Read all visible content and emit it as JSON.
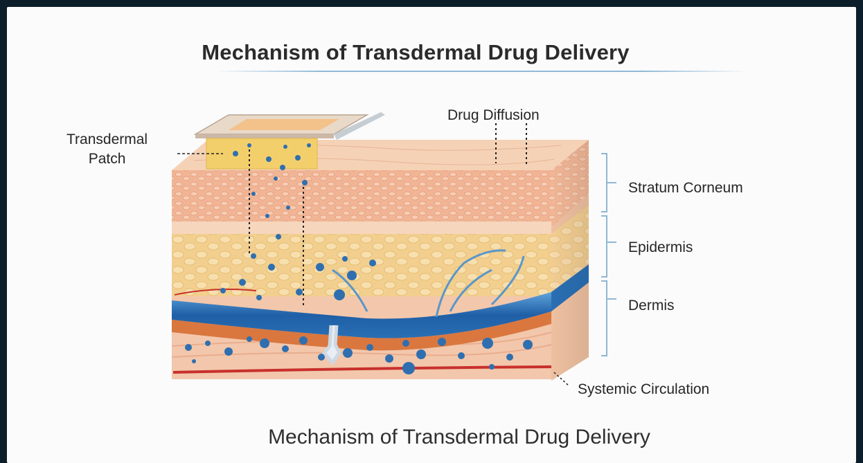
{
  "diagram": {
    "title": "Mechanism of Transdermal Drug Delivery",
    "caption": "Mechanism of Transdermal Drug Delivery",
    "labels": {
      "patch_line1": "Transdermal",
      "patch_line2": "Patch",
      "drug_diffusion": "Drug Diffusion",
      "stratum_corneum": "Stratum Corneum",
      "epidermis": "Epidermis",
      "dermis": "Dermis",
      "systemic_circulation": "Systemic Circulation"
    },
    "colors": {
      "skin_surface": "#f3c6a6",
      "stratum_corneum": "#f0b08f",
      "epidermis": "#f4d49a",
      "dermis": "#f2c0a5",
      "blood_vessel": "#2a6fb3",
      "drug_particles": "#2f6fb0",
      "artery": "#c8302c",
      "patch_backing": "#e9d9c9",
      "patch_reservoir": "#f3cf6b"
    }
  }
}
